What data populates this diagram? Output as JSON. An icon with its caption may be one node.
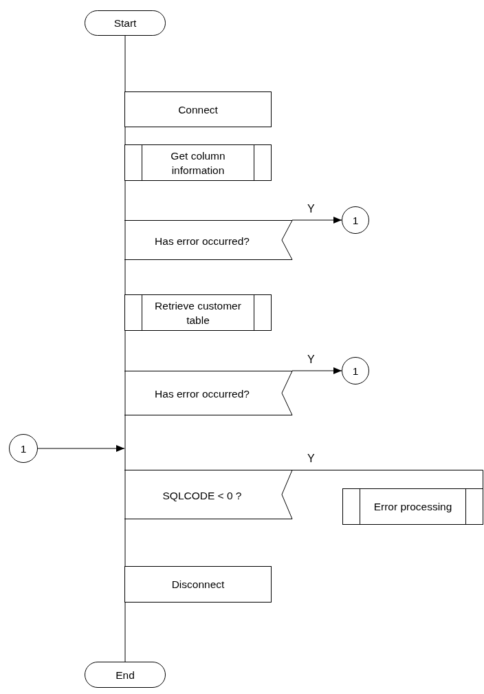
{
  "diagram": {
    "nodes": [
      {
        "text": [
          "Start"
        ]
      },
      {
        "text": [
          "Connect"
        ]
      },
      {
        "text": [
          "Get column information"
        ]
      },
      {
        "text": [
          "Has error occurred?"
        ]
      },
      {
        "text": [
          "1"
        ]
      },
      {
        "text": [
          "Retrieve customer table"
        ]
      },
      {
        "text": [
          "Has error occurred?"
        ]
      },
      {
        "text": [
          "1"
        ]
      },
      {
        "text": [
          "1"
        ]
      },
      {
        "text": [
          "SQLCODE < 0 ?"
        ]
      },
      {
        "text": [
          "Error processing"
        ]
      },
      {
        "text": [
          "Disconnect"
        ]
      },
      {
        "text": [
          "End"
        ]
      }
    ],
    "edges": [
      {
        "from": 0,
        "to": 12,
        "arrow": "none"
      },
      {
        "from": 3,
        "to": 4,
        "arrow": "to",
        "label": "Y"
      },
      {
        "from": 6,
        "to": 7,
        "arrow": "to",
        "label": "Y"
      },
      {
        "from": 8,
        "to": null,
        "arrow": "to"
      },
      {
        "from": 9,
        "to": 10,
        "arrow": "none",
        "label": "Y"
      }
    ]
  }
}
